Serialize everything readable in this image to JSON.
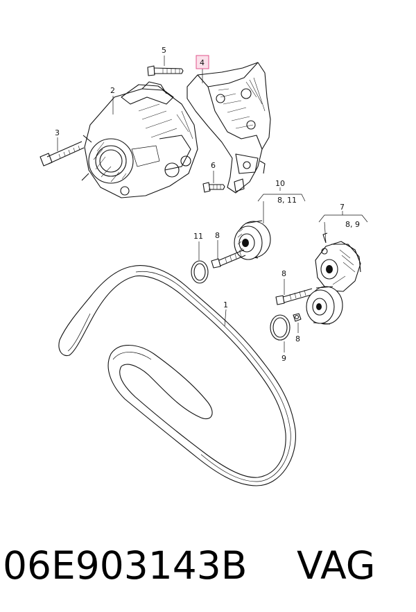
{
  "labels": {
    "p1": "1",
    "p2": "2",
    "p3": "3",
    "p4": "4",
    "p5": "5",
    "p6": "6",
    "p7": "7",
    "p7_sub": "8, 9",
    "p8a": "8",
    "p8b": "8",
    "p8c": "8",
    "p9": "9",
    "p10": "10",
    "p10_sub": "8, 11",
    "p11": "11"
  },
  "highlight_color": "#e0528a",
  "caption": {
    "part_number": "06E903143B",
    "brand": "VAG"
  }
}
